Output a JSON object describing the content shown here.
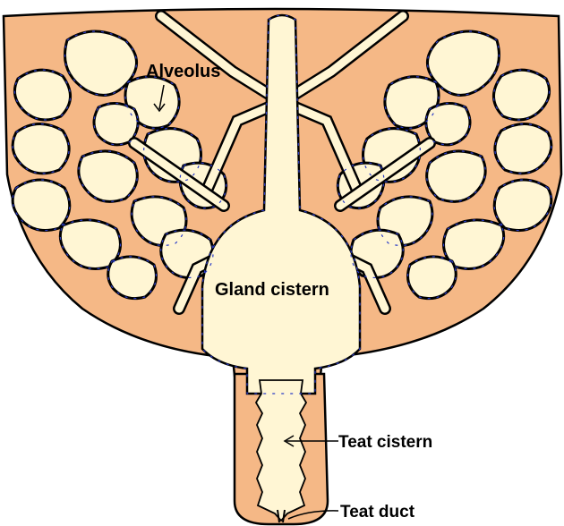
{
  "labels": {
    "alveolus": "Alveolus",
    "gland_cistern": "Gland cistern",
    "teat_cistern": "Teat cistern",
    "teat_duct": "Teat duct"
  },
  "colors": {
    "tissue": "#f5b886",
    "lumen": "#fff6d4",
    "outline": "#000000",
    "cell_dash": "#2a3cc8"
  }
}
